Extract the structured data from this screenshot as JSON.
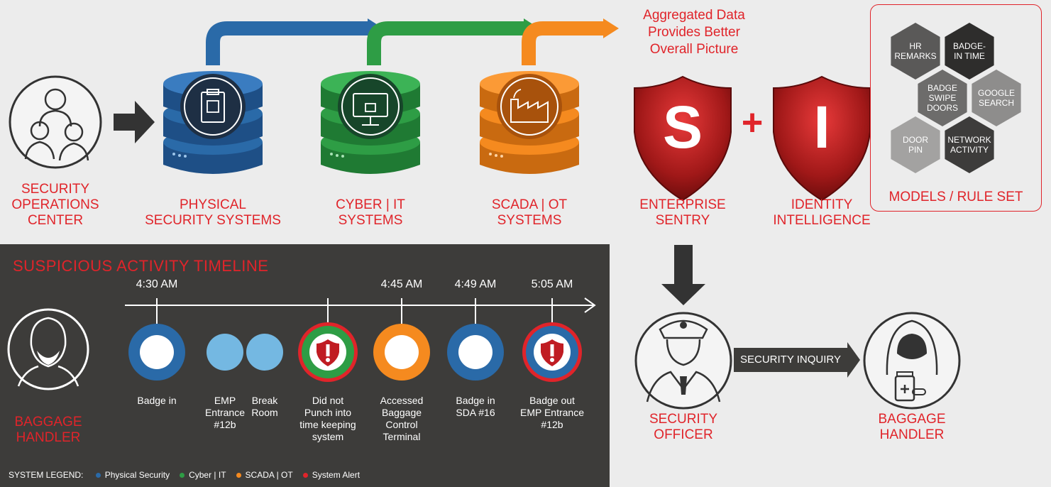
{
  "top_labels": {
    "soc": "SECURITY\nOPERATIONS\nCENTER",
    "physical": "PHYSICAL\nSECURITY SYSTEMS",
    "cyber": "CYBER  |  IT\nSYSTEMS",
    "scada": "SCADA  |  OT\nSYSTEMS",
    "enterprise": "ENTERPRISE\nSENTRY",
    "identity": "IDENTITY\nINTELLIGENCE",
    "aggregated": "Aggregated Data\nProvides Better\nOverall Picture"
  },
  "shields": {
    "s_letter": "S",
    "i_letter": "I",
    "plus": "+"
  },
  "models": {
    "title": "MODELS / RULE SET",
    "hexes": [
      {
        "label": "HR\nREMARKS",
        "color": "#5a5958"
      },
      {
        "label": "BADGE-\nIN TIME",
        "color": "#2e2d2c"
      },
      {
        "label": "BADGE\nSWIPE\nDOORS",
        "color": "#6d6c6b"
      },
      {
        "label": "GOOGLE\nSEARCH",
        "color": "#8e8d8c"
      },
      {
        "label": "DOOR\nPIN",
        "color": "#a3a2a1"
      },
      {
        "label": "NETWORK\nACTIVITY",
        "color": "#3d3c3b"
      }
    ]
  },
  "timeline": {
    "title": "SUSPICIOUS ACTIVITY TIMELINE",
    "subject": "BAGGAGE\nHANDLER",
    "events": [
      {
        "time": "4:30 AM",
        "desc": "Badge in",
        "type": "physical"
      },
      {
        "time": "",
        "desc": "EMP\nEntrance\n#12b",
        "type": "physical-light"
      },
      {
        "time": "",
        "desc": "Break\nRoom",
        "type": "physical-light"
      },
      {
        "time": "",
        "desc": "Did not\nPunch into\ntime keeping\nsystem",
        "type": "cyber-alert"
      },
      {
        "time": "4:45 AM",
        "desc": "Accessed\nBaggage\nControl\nTerminal",
        "type": "scada"
      },
      {
        "time": "4:49 AM",
        "desc": "Badge in\nSDA #16",
        "type": "physical"
      },
      {
        "time": "5:05 AM",
        "desc": "Badge out\nEMP Entrance\n#12b",
        "type": "physical-alert"
      }
    ],
    "legend": {
      "label": "SYSTEM LEGEND:",
      "items": [
        {
          "name": "Physical Security",
          "color": "#2a6aa8"
        },
        {
          "name": "Cyber  | IT",
          "color": "#2e9d45"
        },
        {
          "name": "SCADA  |  OT",
          "color": "#f58a1f"
        },
        {
          "name": "System Alert",
          "color": "#e0242a"
        }
      ]
    }
  },
  "response": {
    "officer": "SECURITY\nOFFICER",
    "inquiry": "SECURITY INQUIRY",
    "handler": "BAGGAGE\nHANDLER"
  },
  "colors": {
    "blue": "#2a6aa8",
    "green": "#2e9d45",
    "orange": "#f58a1f",
    "red": "#e0242a",
    "dark": "#3d3c3a"
  }
}
